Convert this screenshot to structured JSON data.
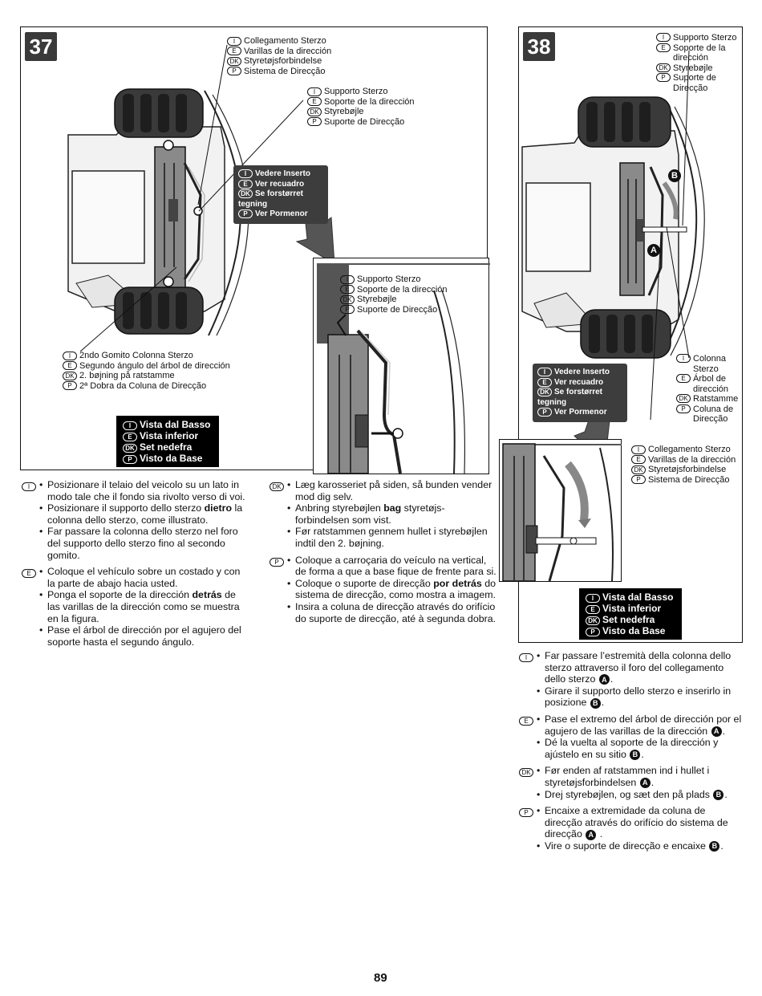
{
  "page_number": "89",
  "step37": {
    "number": "37",
    "label_collegamento": [
      {
        "code": "I",
        "text": "Collegamento Sterzo"
      },
      {
        "code": "E",
        "text": "Varillas de la dirección"
      },
      {
        "code": "DK",
        "text": "Styretøjsforbindelse"
      },
      {
        "code": "P",
        "text": "Sistema de Direcção"
      }
    ],
    "label_supporto": [
      {
        "code": "I",
        "text": "Supporto Sterzo"
      },
      {
        "code": "E",
        "text": "Soporte de la dirección"
      },
      {
        "code": "DK",
        "text": "Styrebøjle"
      },
      {
        "code": "P",
        "text": "Suporte de Direcção"
      }
    ],
    "label_gomito": [
      {
        "code": "I",
        "text": "2ndo Gomito Colonna Sterzo"
      },
      {
        "code": "E",
        "text": "Segundo ángulo del árbol de dirección"
      },
      {
        "code": "DK",
        "text": "2. bøjning på ratstamme"
      },
      {
        "code": "P",
        "text": "2ª Dobra da Coluna de Direcção"
      }
    ],
    "detail_callout": [
      {
        "code": "I",
        "text": "Vedere Inserto"
      },
      {
        "code": "E",
        "text": "Ver recuadro"
      },
      {
        "code": "DK",
        "text": "Se forstørret tegning"
      },
      {
        "code": "P",
        "text": "Ver Pormenor"
      }
    ],
    "inset_label": [
      {
        "code": "I",
        "text": "Supporto Sterzo"
      },
      {
        "code": "E",
        "text": "Soporte de la dirección"
      },
      {
        "code": "DK",
        "text": "Styrebøjle"
      },
      {
        "code": "P",
        "text": "Suporte de Direcção"
      }
    ],
    "view_box": [
      {
        "code": "I",
        "text": "Vista dal Basso"
      },
      {
        "code": "E",
        "text": "Vista inferior"
      },
      {
        "code": "DK",
        "text": "Set nedefra"
      },
      {
        "code": "P",
        "text": "Visto da Base"
      }
    ],
    "instructions_left": [
      {
        "code": "I",
        "items": [
          {
            "parts": [
              {
                "t": "Posizionare il telaio del veicolo su un lato in modo tale che il fondo sia rivolto verso di voi."
              }
            ]
          },
          {
            "parts": [
              {
                "t": "Posizionare il supporto dello sterzo "
              },
              {
                "t": "dietro",
                "b": true
              },
              {
                "t": " la colonna dello sterzo, come illustrato."
              }
            ]
          },
          {
            "parts": [
              {
                "t": "Far passare la colonna dello sterzo nel foro del supporto dello sterzo fino al secondo gomito."
              }
            ]
          }
        ]
      },
      {
        "code": "E",
        "items": [
          {
            "parts": [
              {
                "t": "Coloque el vehículo sobre un costado y con la parte de abajo hacia usted."
              }
            ]
          },
          {
            "parts": [
              {
                "t": "Ponga el soporte de la dirección "
              },
              {
                "t": "detrás",
                "b": true
              },
              {
                "t": " de las varillas de la dirección como se muestra en la figura."
              }
            ]
          },
          {
            "parts": [
              {
                "t": "Pase el árbol de dirección por el agujero del soporte hasta el segundo ángulo."
              }
            ]
          }
        ]
      }
    ],
    "instructions_right": [
      {
        "code": "DK",
        "items": [
          {
            "parts": [
              {
                "t": "Læg karosseriet på siden, så bunden vender mod dig selv."
              }
            ]
          },
          {
            "parts": [
              {
                "t": "Anbring styrebøjlen "
              },
              {
                "t": "bag",
                "b": true
              },
              {
                "t": " styretøjs-forbindelsen som vist."
              }
            ]
          },
          {
            "parts": [
              {
                "t": "Før ratstammen gennem hullet i styrebøjlen indtil den 2. bøjning."
              }
            ]
          }
        ]
      },
      {
        "code": "P",
        "items": [
          {
            "parts": [
              {
                "t": "Coloque a carroçaria do veículo na vertical, de forma a que a base fique de frente para si."
              }
            ]
          },
          {
            "parts": [
              {
                "t": "Coloque o suporte de direcção "
              },
              {
                "t": "por detrás",
                "b": true
              },
              {
                "t": " do sistema de direcção, como mostra a imagem."
              }
            ]
          },
          {
            "parts": [
              {
                "t": "Insira a coluna de direcção através do orifício do suporte de direcção, até à segunda dobra."
              }
            ]
          }
        ]
      }
    ]
  },
  "step38": {
    "number": "38",
    "label_supporto": [
      {
        "code": "I",
        "text": "Supporto Sterzo"
      },
      {
        "code": "E",
        "text": "Soporte de la dirección"
      },
      {
        "code": "DK",
        "text": "Styrebøjle"
      },
      {
        "code": "P",
        "text": "Suporte de Direcção"
      }
    ],
    "label_colonna": [
      {
        "code": "I",
        "text": "Colonna Sterzo"
      },
      {
        "code": "E",
        "text": "Árbol de dirección"
      },
      {
        "code": "DK",
        "text": "Ratstamme"
      },
      {
        "code": "P",
        "text": "Coluna de Direcção"
      }
    ],
    "label_collegamento": [
      {
        "code": "I",
        "text": "Collegamento Sterzo"
      },
      {
        "code": "E",
        "text": "Varillas de la dirección"
      },
      {
        "code": "DK",
        "text": "Styretøjsforbindelse"
      },
      {
        "code": "P",
        "text": "Sistema de Direcção"
      }
    ],
    "detail_callout": [
      {
        "code": "I",
        "text": "Vedere Inserto"
      },
      {
        "code": "E",
        "text": "Ver recuadro"
      },
      {
        "code": "DK",
        "text": "Se forstørret tegning"
      },
      {
        "code": "P",
        "text": "Ver Pormenor"
      }
    ],
    "view_box": [
      {
        "code": "I",
        "text": "Vista dal Basso"
      },
      {
        "code": "E",
        "text": "Vista inferior"
      },
      {
        "code": "DK",
        "text": "Set nedefra"
      },
      {
        "code": "P",
        "text": "Visto da Base"
      }
    ],
    "marker_a": "A",
    "marker_b": "B",
    "instructions": [
      {
        "code": "I",
        "items": [
          {
            "parts": [
              {
                "t": "Far passare l’estremità della colonna dello sterzo attraverso il foro del collegamento dello sterzo "
              },
              {
                "m": "A"
              },
              {
                "t": "."
              }
            ]
          },
          {
            "parts": [
              {
                "t": "Girare il supporto dello sterzo e inserirlo in posizione "
              },
              {
                "m": "B"
              },
              {
                "t": "."
              }
            ]
          }
        ]
      },
      {
        "code": "E",
        "items": [
          {
            "parts": [
              {
                "t": "Pase el extremo del árbol de dirección por el agujero de las varillas de la dirección "
              },
              {
                "m": "A"
              },
              {
                "t": "."
              }
            ]
          },
          {
            "parts": [
              {
                "t": "Dé la vuelta al soporte de la dirección y ajústelo en su sitio "
              },
              {
                "m": "B"
              },
              {
                "t": "."
              }
            ]
          }
        ]
      },
      {
        "code": "DK",
        "items": [
          {
            "parts": [
              {
                "t": "Før enden af ratstammen ind i hullet i styretøjsforbindelsen "
              },
              {
                "m": "A"
              },
              {
                "t": "."
              }
            ]
          },
          {
            "parts": [
              {
                "t": "Drej styrebøjlen, og sæt den på plads "
              },
              {
                "m": "B"
              },
              {
                "t": "."
              }
            ]
          }
        ]
      },
      {
        "code": "P",
        "items": [
          {
            "parts": [
              {
                "t": "Encaixe a extremidade da coluna de direcção através do orifício do sistema de direcção "
              },
              {
                "m": "A"
              },
              {
                "t": " ."
              }
            ]
          },
          {
            "parts": [
              {
                "t": "Vire o suporte de direcção e encaixe "
              },
              {
                "m": "B"
              },
              {
                "t": "."
              }
            ]
          }
        ]
      }
    ]
  }
}
